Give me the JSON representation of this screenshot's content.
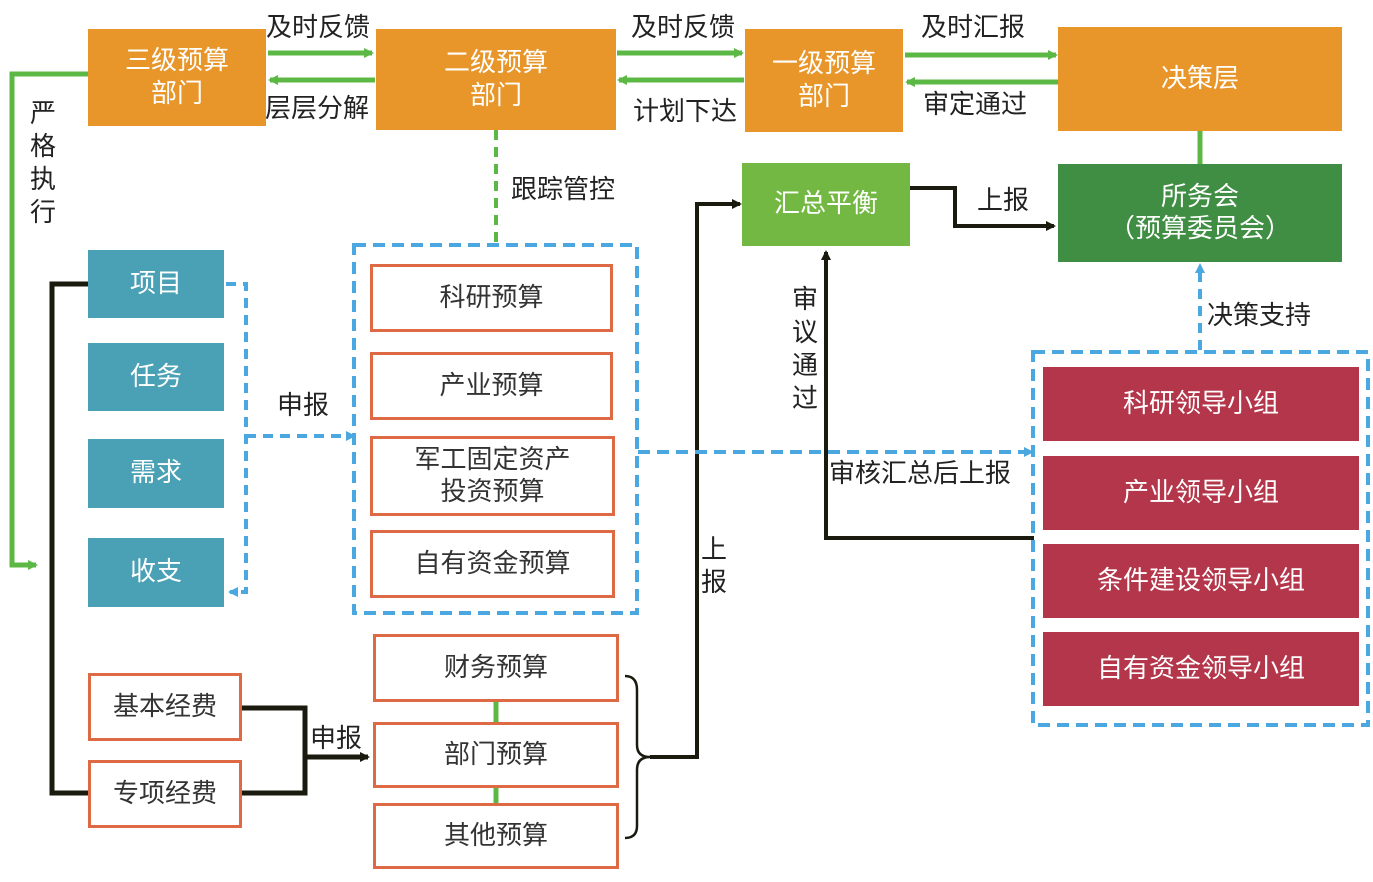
{
  "colors": {
    "orange": "#e8962a",
    "light_green": "#72b843",
    "dark_green": "#3f8e43",
    "teal": "#4aa0b5",
    "crimson": "#b3364a",
    "outline_orange": "#dd6a45",
    "dashed_blue": "#4aa7e0",
    "arrow_green": "#5cb845",
    "arrow_black": "#1a1a0e"
  },
  "top_row": {
    "level3": "三级预算\n部门",
    "level2": "二级预算\n部门",
    "level1": "一级预算\n部门",
    "decision": "决策层"
  },
  "mid": {
    "summary_balance": "汇总平衡",
    "institute_meeting": "所务会\n（预算委员会）"
  },
  "left_items": [
    "项目",
    "任务",
    "需求",
    "收支"
  ],
  "budget_group": [
    "科研预算",
    "产业预算",
    "军工固定资产\n投资预算",
    "自有资金预算"
  ],
  "funding": [
    "基本经费",
    "专项经费"
  ],
  "lower_budgets": [
    "财务预算",
    "部门预算",
    "其他预算"
  ],
  "groups": [
    "科研领导小组",
    "产业领导小组",
    "条件建设领导小组",
    "自有资金领导小组"
  ],
  "labels": {
    "feedback_1": "及时反馈",
    "decompose": "层层分解",
    "feedback_2": "及时反馈",
    "plan_down": "计划下达",
    "report_timely": "及时汇报",
    "approved": "审定通过",
    "tracking": "跟踪管控",
    "strict_exec": "严格执行",
    "declare_1": "申报",
    "declare_2": "申报",
    "report_up_vertical": "上报",
    "report_up": "上报",
    "review_pass": "审议通过",
    "review_then_report": "审核汇总后上报",
    "decision_support": "决策支持"
  }
}
